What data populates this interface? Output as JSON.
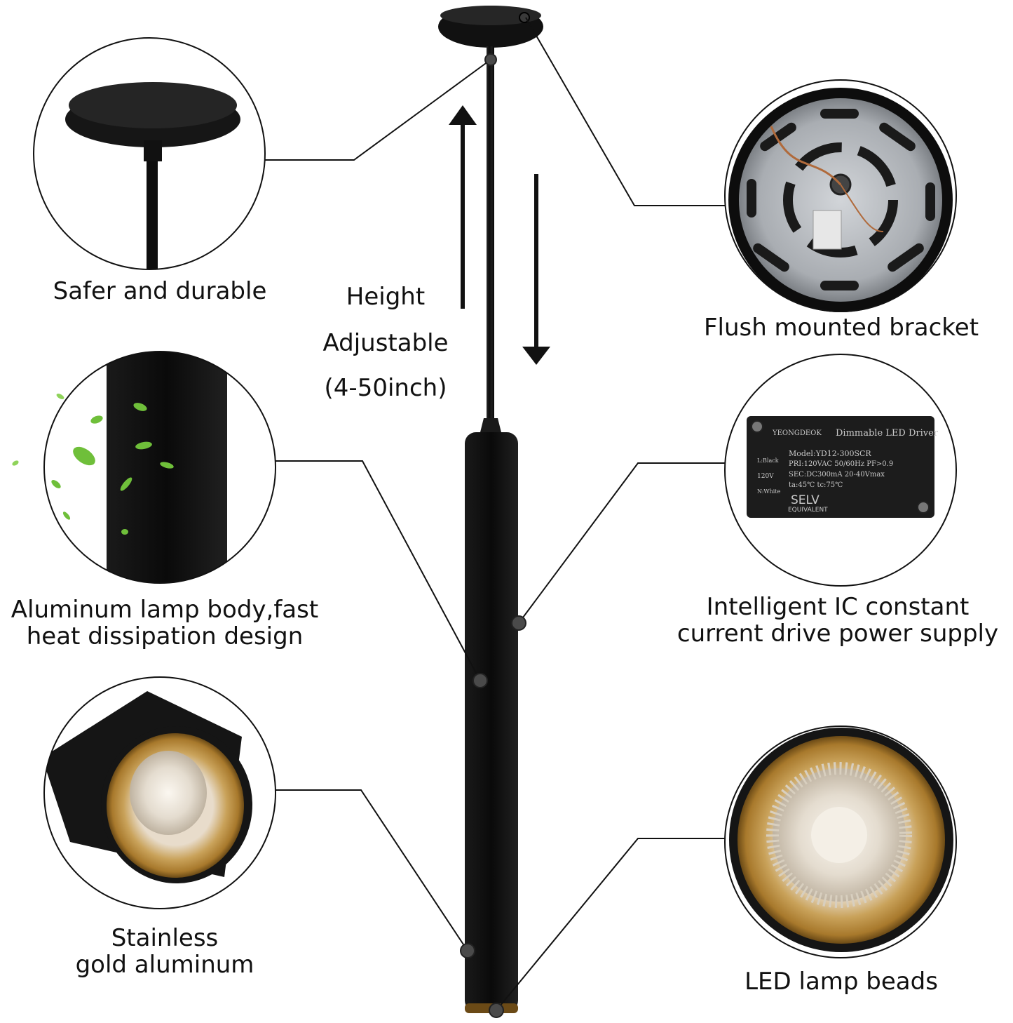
{
  "features": {
    "canopy": "Safer and durable",
    "bracket": "Flush mounted bracket",
    "body_line1": "Aluminum lamp body,fast",
    "body_line2": "heat dissipation design",
    "driver_line1": "Intelligent IC constant",
    "driver_line2": "current drive power supply",
    "gold_line1": "Stainless",
    "gold_line2": "gold aluminum",
    "beads": "LED lamp beads"
  },
  "height": {
    "line1": "Height",
    "line2": "Adjustable",
    "line3": "(4-50inch)"
  },
  "driver_label": {
    "brand": "YEONGDEOK",
    "title": "Dimmable LED Driver",
    "model": "Model:YD12-300SCR",
    "pri": "PRI:120VAC 50/60Hz PF>0.9",
    "sec": "SEC:DC300mA 20-40Vmax",
    "temps": "ta:45℃   tc:75℃",
    "selv": "SELV",
    "equivalent": "EQUIVALENT",
    "l_black": "L:Black",
    "v120": "120V",
    "n_white": "N:White"
  },
  "colors": {
    "black": "#111111",
    "gold": "#c9a25a",
    "steel": "#b9bcc0"
  }
}
